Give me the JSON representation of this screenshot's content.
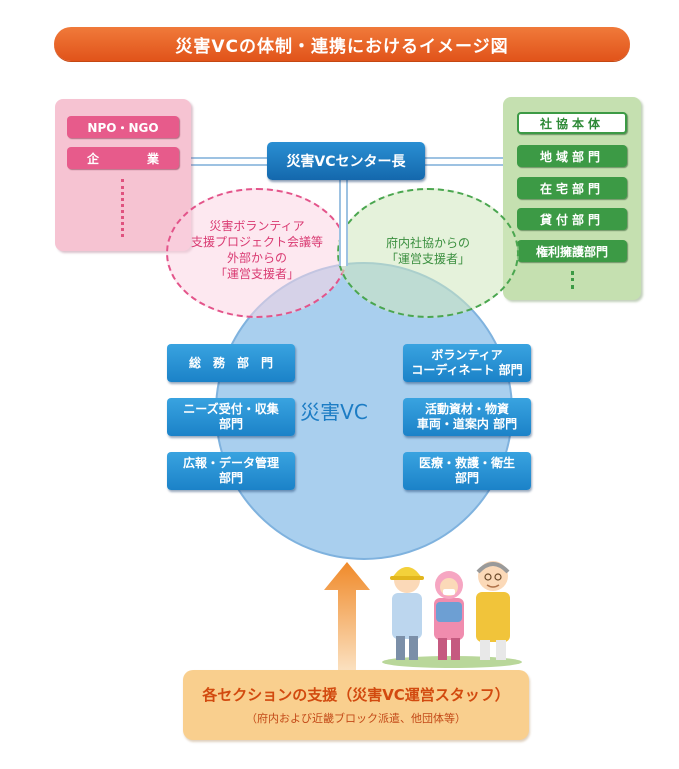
{
  "title": "災害VCの体制・連携におけるイメージ図",
  "left_panel": {
    "items": [
      "NPO・NGO"
    ],
    "company": [
      "企",
      "業"
    ]
  },
  "right_panel": {
    "items": [
      "社協本体",
      "地域部門",
      "在宅部門",
      "貸付部門",
      "権利擁護部門"
    ]
  },
  "leader": "災害VCセンター長",
  "pink_circle_lines": [
    "災害ボランティア",
    "支援プロジェクト会議等",
    "外部からの",
    "「運営支援者」"
  ],
  "green_circle_lines": [
    "府内社協からの",
    "「運営支援者」"
  ],
  "center_label": "災害VC",
  "left_departments": [
    {
      "lines": [
        "総　務　部　門"
      ]
    },
    {
      "lines": [
        "ニーズ受付・収集",
        "部門"
      ]
    },
    {
      "lines": [
        "広報・データ管理",
        "部門"
      ]
    }
  ],
  "right_departments": [
    {
      "lines": [
        "ボランティア",
        "コーディネート 部門"
      ]
    },
    {
      "lines": [
        "活動資材・物資",
        "車両・道案内 部門"
      ]
    },
    {
      "lines": [
        "医療・救護・衛生",
        "部門"
      ]
    }
  ],
  "support": {
    "title": "各セクションの支援（災害VC運営スタッフ）",
    "subtitle": "（府内および近畿ブロック派遣、他団体等）"
  },
  "colors": {
    "title_bg": "#e1531a",
    "pink_panel": "#f6c3d2",
    "pink_box": "#e75b8b",
    "green_panel": "#c5e0b0",
    "green_box": "#3c9a45",
    "blue_box": "#1b82c8",
    "circle": "#a9cfee",
    "support_bg": "#f9cf8e",
    "arrow": "#ee7d1f"
  },
  "icons": [
    "volunteers-illustration",
    "up-arrow-icon"
  ]
}
